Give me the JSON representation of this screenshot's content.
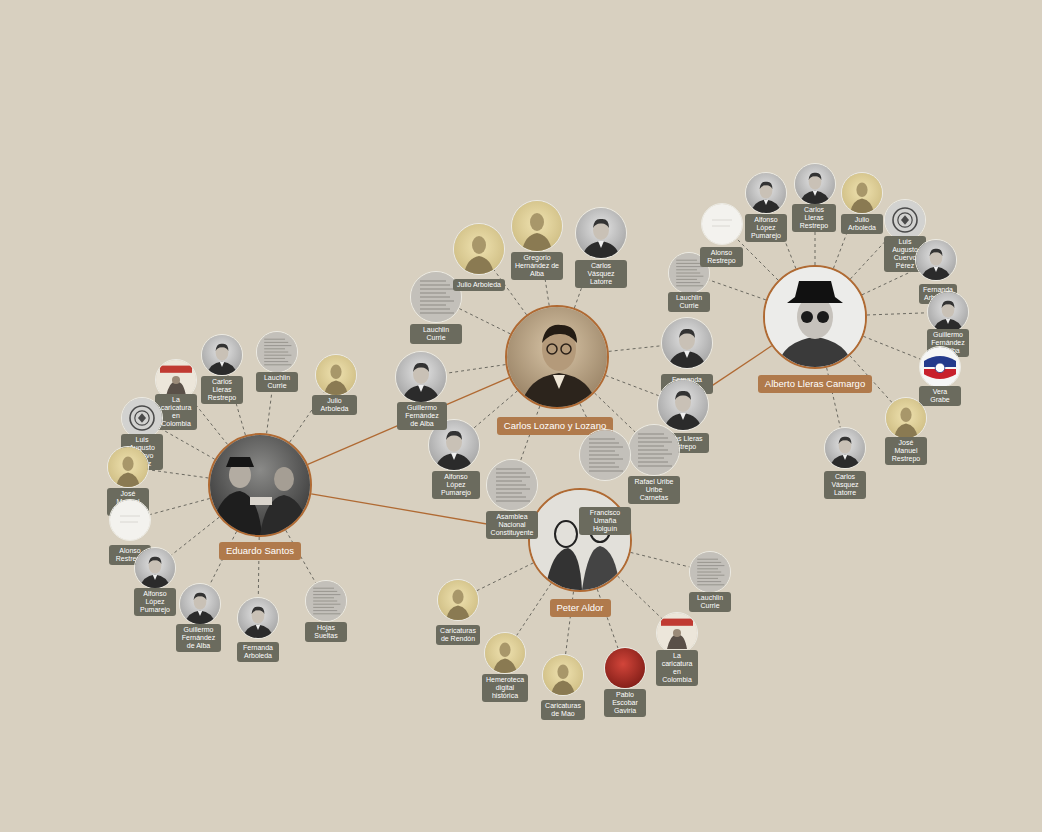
{
  "diagram": {
    "nodes": [
      {
        "text": [
          "Eduardo Santos"
        ]
      },
      {
        "text": [
          "Carlos Lozano y Lozano"
        ]
      },
      {
        "text": [
          "Alberto Lleras Camargo"
        ]
      },
      {
        "text": [
          "Peter Aldor"
        ]
      },
      {
        "text": [
          "Carlos Lleras Restrepo"
        ]
      },
      {
        "text": [
          "Lauchlin Currie"
        ]
      },
      {
        "text": [
          "Julio Arboleda"
        ]
      },
      {
        "text": [
          "La caricatura en Colombia"
        ]
      },
      {
        "text": [
          "Luis Augusto Cuervo Pérez"
        ]
      },
      {
        "text": [
          "José Manuel Restrepo"
        ]
      },
      {
        "text": [
          "Alonso Restrepo"
        ]
      },
      {
        "text": [
          "Alfonso López Pumarejo"
        ]
      },
      {
        "text": [
          "Guillermo Fernández de Alba"
        ]
      },
      {
        "text": [
          "Fernanda Arboleda"
        ]
      },
      {
        "text": [
          "Hojas Sueltas"
        ]
      },
      {
        "text": [
          "Lauchlin Currie"
        ]
      },
      {
        "text": [
          "Julio Arboleda"
        ]
      },
      {
        "text": [
          "Gregorio Hernández de Alba"
        ]
      },
      {
        "text": [
          "Carlos Vásquez Latorre"
        ]
      },
      {
        "text": [
          "Fernanda Arboleda"
        ]
      },
      {
        "text": [
          "Carlos Lleras Restrepo"
        ]
      },
      {
        "text": [
          "Rafael Uribe Uribe Carnetas"
        ]
      },
      {
        "text": [
          "Francisco Umaña Holguín"
        ]
      },
      {
        "text": [
          "Asamblea Nacional Constituyente"
        ]
      },
      {
        "text": [
          "Alfonso López Pumarejo"
        ]
      },
      {
        "text": [
          "Guillermo Fernández de Alba"
        ]
      },
      {
        "text": [
          "Lauchlin Currie"
        ]
      },
      {
        "text": [
          "Alonso Restrepo"
        ]
      },
      {
        "text": [
          "Alfonso López Pumarejo"
        ]
      },
      {
        "text": [
          "Carlos Lleras Restrepo"
        ]
      },
      {
        "text": [
          "Julio Arboleda"
        ]
      },
      {
        "text": [
          "Luis Augusto Cuervo Pérez"
        ]
      },
      {
        "text": [
          "Fernanda Arboleda"
        ]
      },
      {
        "text": [
          "Guillermo Fernández de Alba"
        ]
      },
      {
        "text": [
          "Vera Grabe"
        ]
      },
      {
        "text": [
          "José Manuel Restrepo"
        ]
      },
      {
        "text": [
          "Carlos Vásquez Latorre"
        ]
      },
      {
        "text": [
          "Lauchlin Currie"
        ]
      },
      {
        "text": [
          "La caricatura en Colombia"
        ]
      },
      {
        "text": [
          "Pablo Escobar Gaviria"
        ]
      },
      {
        "text": [
          "Caricaturas de Mao"
        ]
      },
      {
        "text": [
          "Hemeroteca digital histórica"
        ]
      },
      {
        "text": [
          "Caricaturas de Rendón"
        ]
      }
    ],
    "edges": [
      {
        "from": 0,
        "to": 1,
        "arrow": "none"
      },
      {
        "from": 0,
        "to": 3,
        "arrow": "none"
      },
      {
        "from": 20,
        "to": 2,
        "arrow": "none"
      },
      {
        "from": 0,
        "to": 4,
        "arrow": "none"
      },
      {
        "from": 0,
        "to": 5,
        "arrow": "none"
      },
      {
        "from": 0,
        "to": 6,
        "arrow": "none"
      },
      {
        "from": 0,
        "to": 7,
        "arrow": "none"
      },
      {
        "from": 0,
        "to": 8,
        "arrow": "none"
      },
      {
        "from": 0,
        "to": 9,
        "arrow": "none"
      },
      {
        "from": 0,
        "to": 10,
        "arrow": "none"
      },
      {
        "from": 0,
        "to": 11,
        "arrow": "none"
      },
      {
        "from": 0,
        "to": 12,
        "arrow": "none"
      },
      {
        "from": 0,
        "to": 13,
        "arrow": "none"
      },
      {
        "from": 0,
        "to": 14,
        "arrow": "none"
      },
      {
        "from": 1,
        "to": 15,
        "arrow": "none"
      },
      {
        "from": 1,
        "to": 16,
        "arrow": "none"
      },
      {
        "from": 1,
        "to": 17,
        "arrow": "none"
      },
      {
        "from": 1,
        "to": 18,
        "arrow": "none"
      },
      {
        "from": 1,
        "to": 19,
        "arrow": "none"
      },
      {
        "from": 1,
        "to": 20,
        "arrow": "none"
      },
      {
        "from": 1,
        "to": 21,
        "arrow": "none"
      },
      {
        "from": 1,
        "to": 22,
        "arrow": "none"
      },
      {
        "from": 1,
        "to": 23,
        "arrow": "none"
      },
      {
        "from": 1,
        "to": 24,
        "arrow": "none"
      },
      {
        "from": 1,
        "to": 25,
        "arrow": "none"
      },
      {
        "from": 2,
        "to": 26,
        "arrow": "none"
      },
      {
        "from": 2,
        "to": 27,
        "arrow": "none"
      },
      {
        "from": 2,
        "to": 28,
        "arrow": "none"
      },
      {
        "from": 2,
        "to": 29,
        "arrow": "none"
      },
      {
        "from": 2,
        "to": 30,
        "arrow": "none"
      },
      {
        "from": 2,
        "to": 31,
        "arrow": "none"
      },
      {
        "from": 2,
        "to": 32,
        "arrow": "none"
      },
      {
        "from": 2,
        "to": 33,
        "arrow": "none"
      },
      {
        "from": 2,
        "to": 34,
        "arrow": "none"
      },
      {
        "from": 2,
        "to": 35,
        "arrow": "none"
      },
      {
        "from": 2,
        "to": 36,
        "arrow": "none"
      },
      {
        "from": 3,
        "to": 37,
        "arrow": "none"
      },
      {
        "from": 3,
        "to": 38,
        "arrow": "none"
      },
      {
        "from": 3,
        "to": 39,
        "arrow": "none"
      },
      {
        "from": 3,
        "to": 40,
        "arrow": "none"
      },
      {
        "from": 3,
        "to": 41,
        "arrow": "none"
      },
      {
        "from": 3,
        "to": 42,
        "arrow": "none"
      }
    ]
  }
}
